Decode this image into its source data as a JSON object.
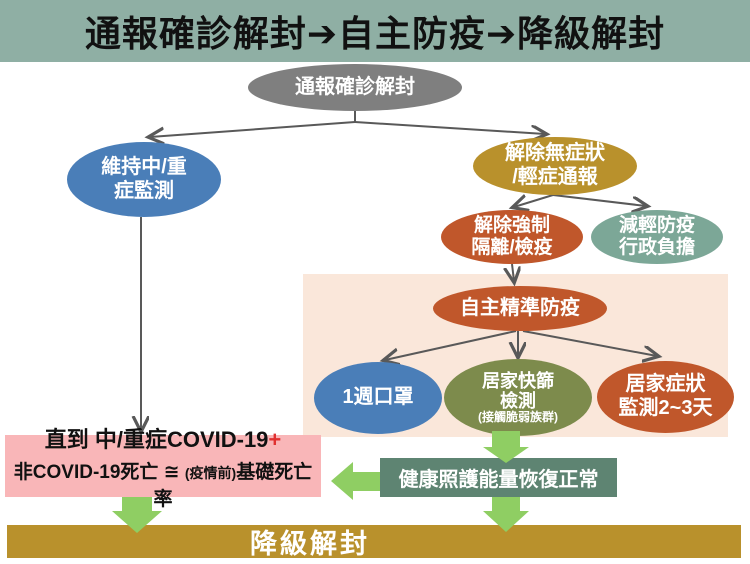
{
  "header": {
    "title": "通報確診解封➔自主防疫➔降級解封"
  },
  "flow": {
    "report_release": {
      "label": "通報確診解封"
    },
    "maintain_monitor": {
      "label": "維持中/重\n症監測"
    },
    "remove_report": {
      "label": "解除無症狀\n/輕症通報"
    },
    "remove_quarantine": {
      "label": "解除強制\n隔離/檢疫"
    },
    "reduce_admin": {
      "label": "減輕防疫\n行政負擔"
    },
    "self_precision": {
      "label": "自主精準防疫"
    },
    "mask_week": {
      "label": "1週口罩"
    },
    "home_test": {
      "label": "居家快篩\n檢測",
      "note": "(接觸脆弱族群)"
    },
    "home_symptom": {
      "label": "居家症狀\n監測2~3天"
    }
  },
  "until_box": {
    "line1_prefix": "直到 中/重症COVID-19",
    "line1_plus": "+",
    "line2_part1": "非COVID-19死亡 ≅ ",
    "line2_small": "(疫情前)",
    "line2_part2": "基礎死亡率"
  },
  "healthcare_box": {
    "label": "健康照護能量恢復正常"
  },
  "downgrade_bar": {
    "label": "降級解封"
  },
  "colors": {
    "header_band": "#8FAFA4",
    "gray_node": "#7F7F7F",
    "blue_node": "#4A7EB8",
    "gold_node_and_bar": "#B9912C",
    "rust_node": "#C0572B",
    "sage_node": "#7CA797",
    "olive_node": "#7D8B4C",
    "peach_panel": "#FAE7DA",
    "pink_box": "#F9B6B8",
    "healthcare_box": "#5E8472",
    "green_arrow": "#8FCE63",
    "connector_line": "#595959",
    "plus_red": "#E03030"
  }
}
